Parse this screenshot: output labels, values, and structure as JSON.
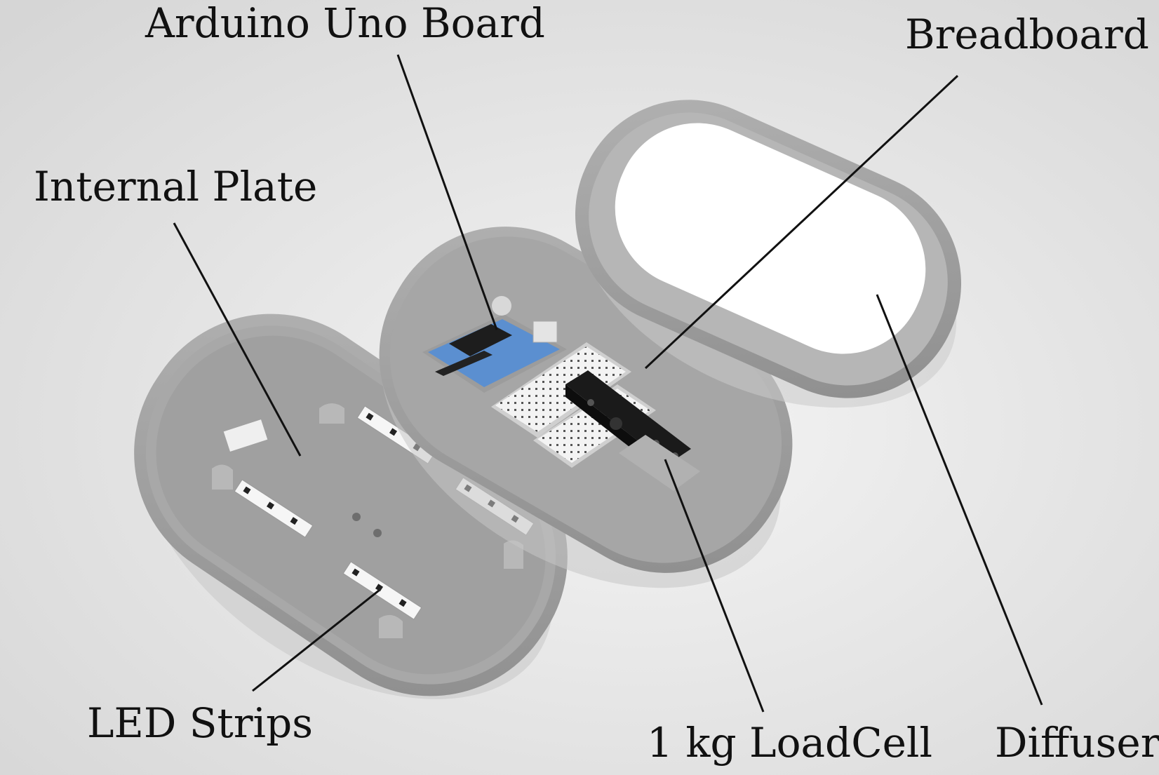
{
  "labels": {
    "arduino": "Arduino Uno Board",
    "breadboard": "Breadboard",
    "internal_plate": "Internal Plate",
    "led_strips": "LED Strips",
    "loadcell": "1 kg LoadCell",
    "diffuser": "Diffuser"
  },
  "colors": {
    "background": "#ececec",
    "shell": "#9e9e9e",
    "shell_inner": "#a9a9a9",
    "arduino_board": "#5b8fd0",
    "breadboard": "#f2f2f2",
    "loadcell": "#1a1a1a",
    "diffuser": "#ffffff",
    "leader_line": "#111111"
  }
}
